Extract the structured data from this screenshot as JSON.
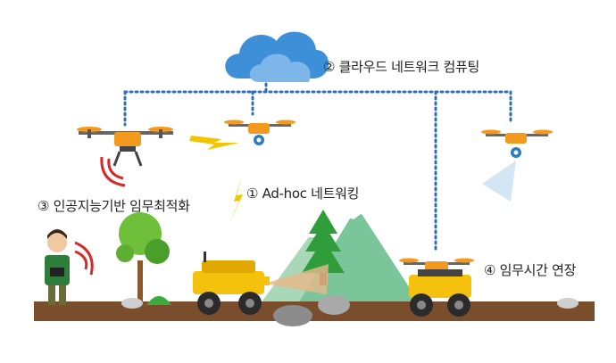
{
  "labels": {
    "cloud": "② 클라우드 네트워크 컴퓨팅",
    "adhoc": "① Ad-hoc 네트워킹",
    "ai": "③ 인공지능기반 임무최적화",
    "extend": "④ 임무시간 연장"
  },
  "colors": {
    "network_line": "#2f6fb8",
    "drone_orange": "#f39a1e",
    "lightning": "#f2c500",
    "signal_red": "#d62a2a",
    "ground": "#7a4e2d",
    "robot_yellow": "#f4c20d",
    "mountain_green": "#7bc59b",
    "tree_green": "#2f9e3a",
    "cloud_blue": "#3d8fd8"
  }
}
